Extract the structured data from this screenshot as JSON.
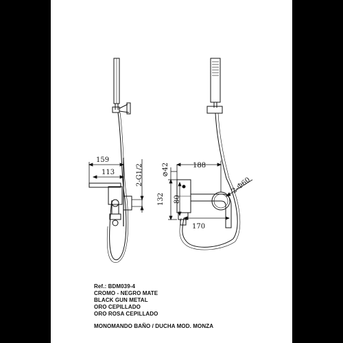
{
  "dimensions": {
    "d159": "159",
    "d113": "113",
    "d2g12": "2-G1/2",
    "d42": "⊘42",
    "d188": "188",
    "d2phi60": "2-Φ60",
    "d80": "80",
    "d132": "132",
    "d170": "170"
  },
  "caption": {
    "ref": "Ref.: BDM039-4",
    "finishes": [
      "CROMO - NEGRO MATE",
      "BLACK GUN METAL",
      "ORO CEPILLADO",
      "ORO ROSA CEPILLADO"
    ],
    "title": "MONOMANDO BAÑO / DUCHA MOD. MONZA"
  }
}
